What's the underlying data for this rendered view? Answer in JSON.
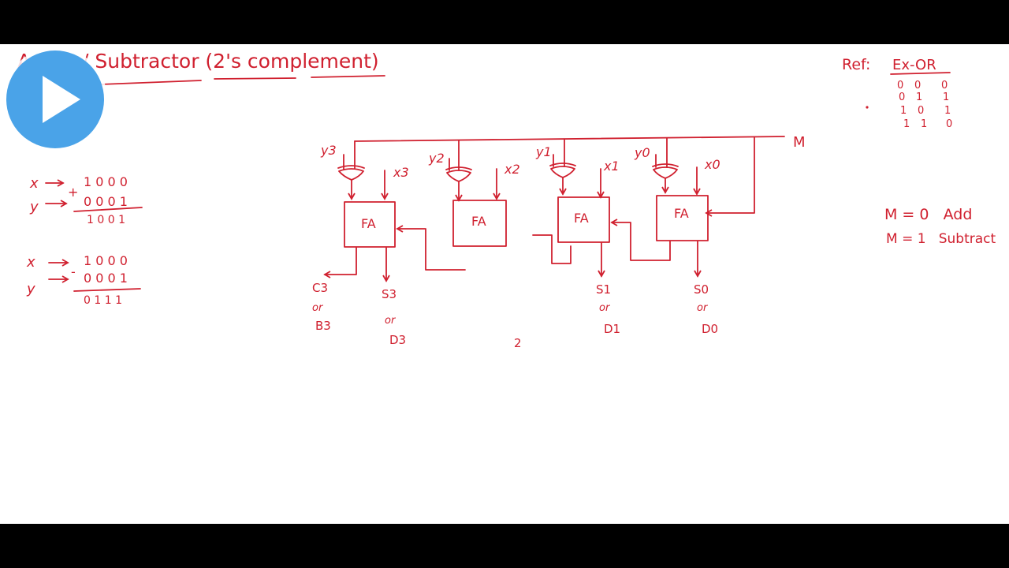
{
  "title": "Adder / Subtractor (2's complement)",
  "ref": {
    "label": "Ref:",
    "heading": "Ex-OR",
    "rows": [
      [
        "0",
        "0",
        "0"
      ],
      [
        "0",
        "1",
        "1"
      ],
      [
        "1",
        "0",
        "1"
      ],
      [
        "1",
        "1",
        "0"
      ]
    ]
  },
  "control": {
    "label": "M",
    "add": "M = 0   Add",
    "subtract": "M = 1   Subtract"
  },
  "examples": {
    "add": {
      "x_label": "x",
      "y_label": "y",
      "op": "+",
      "x": "1 0 0 0",
      "y": "0 0 0 1",
      "result": "1 0 0 1"
    },
    "sub": {
      "x_label": "x",
      "y_label": "y",
      "op": "-",
      "x": "1 0 0 0",
      "y": "0 0 0 1",
      "result": "0 1 1 1"
    }
  },
  "fa_label": "FA",
  "stages": [
    {
      "y": "y3",
      "x": "x3",
      "out": "S3",
      "out_or": "or",
      "out_alt": "D3",
      "carry": "C3",
      "carry_or": "or",
      "carry_alt": "B3"
    },
    {
      "y": "y2",
      "x": "x2",
      "out_partial": "2"
    },
    {
      "y": "y1",
      "x": "x1",
      "out": "S1",
      "out_or": "or",
      "out_alt": "D1"
    },
    {
      "y": "y0",
      "x": "x0",
      "out": "S0",
      "out_or": "or",
      "out_alt": "D0"
    }
  ],
  "colors": {
    "ink": "#d0202f",
    "play": "#4aa3e8",
    "bar": "#000000",
    "board": "#ffffff"
  },
  "play_button": {
    "icon": "play-icon"
  }
}
